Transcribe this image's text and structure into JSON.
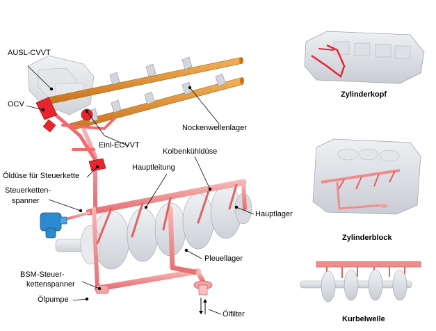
{
  "labels": {
    "ausl_cvvt": "AUSL-CVVT",
    "ocv": "OCV",
    "nockenwellenlager": "Nockenwellenlager",
    "einl_ecvvt": "Einl-ECVVT",
    "kolbenkuehlduese": "Kolbenkühldüse",
    "hauptleitung": "Hauptleitung",
    "oelduese_steuerkette": "Öldüse für Steuerkette",
    "steuerkettenspanner_line1": "Steuerketten-",
    "steuerkettenspanner_line2": "spanner",
    "hauptlager": "Hauptlager",
    "pleuellager": "Pleuellager",
    "bsm_line1": "BSM-Steuer-",
    "bsm_line2": "kettenspanner",
    "oelpumpe": "Ölpumpe",
    "oelfilter": "Ölfilter"
  },
  "captions": {
    "zylinderkopf": "Zylinderkopf",
    "zylinderblock": "Zylinderblock",
    "kurbelwelle": "Kurbelwelle"
  },
  "colors": {
    "oil_line": "#f08c8c",
    "oil_line_dark": "#e35f63",
    "control_valve": "#e8242c",
    "camshaft": "#e08a1e",
    "tensioner": "#2b8ad0",
    "ghost_metal": "#d8dbe0"
  }
}
